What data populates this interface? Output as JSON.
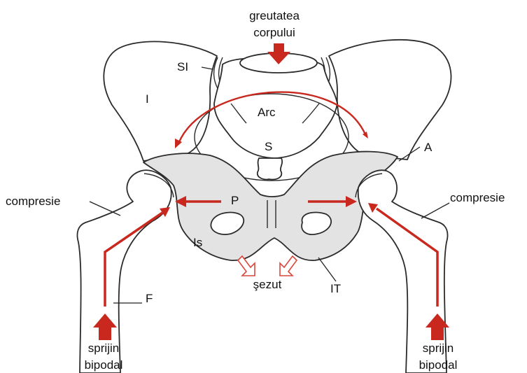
{
  "labels": {
    "body_weight_line1": "greutatea",
    "body_weight_line2": "corpului",
    "sacroiliac": "SI",
    "ilium": "I",
    "arch": "Arc",
    "sacrum": "S",
    "acetabulum": "A",
    "pubis": "P",
    "ischium": "Is",
    "ischial_tuberosity": "IT",
    "femur": "F",
    "compression_left": "compresie",
    "compression_right": "compresie",
    "sitting": "şezut",
    "support_left_line1": "sprijin",
    "support_left_line2": "bipodal",
    "support_right_line1": "sprijin",
    "support_right_line2": "bipodal"
  },
  "colors": {
    "force_arrow": "#c8281e",
    "sitting_arrow_outline": "#d9473c",
    "bone_outline": "#2b2b2b",
    "pubic_shading": "#e3e3e3"
  }
}
